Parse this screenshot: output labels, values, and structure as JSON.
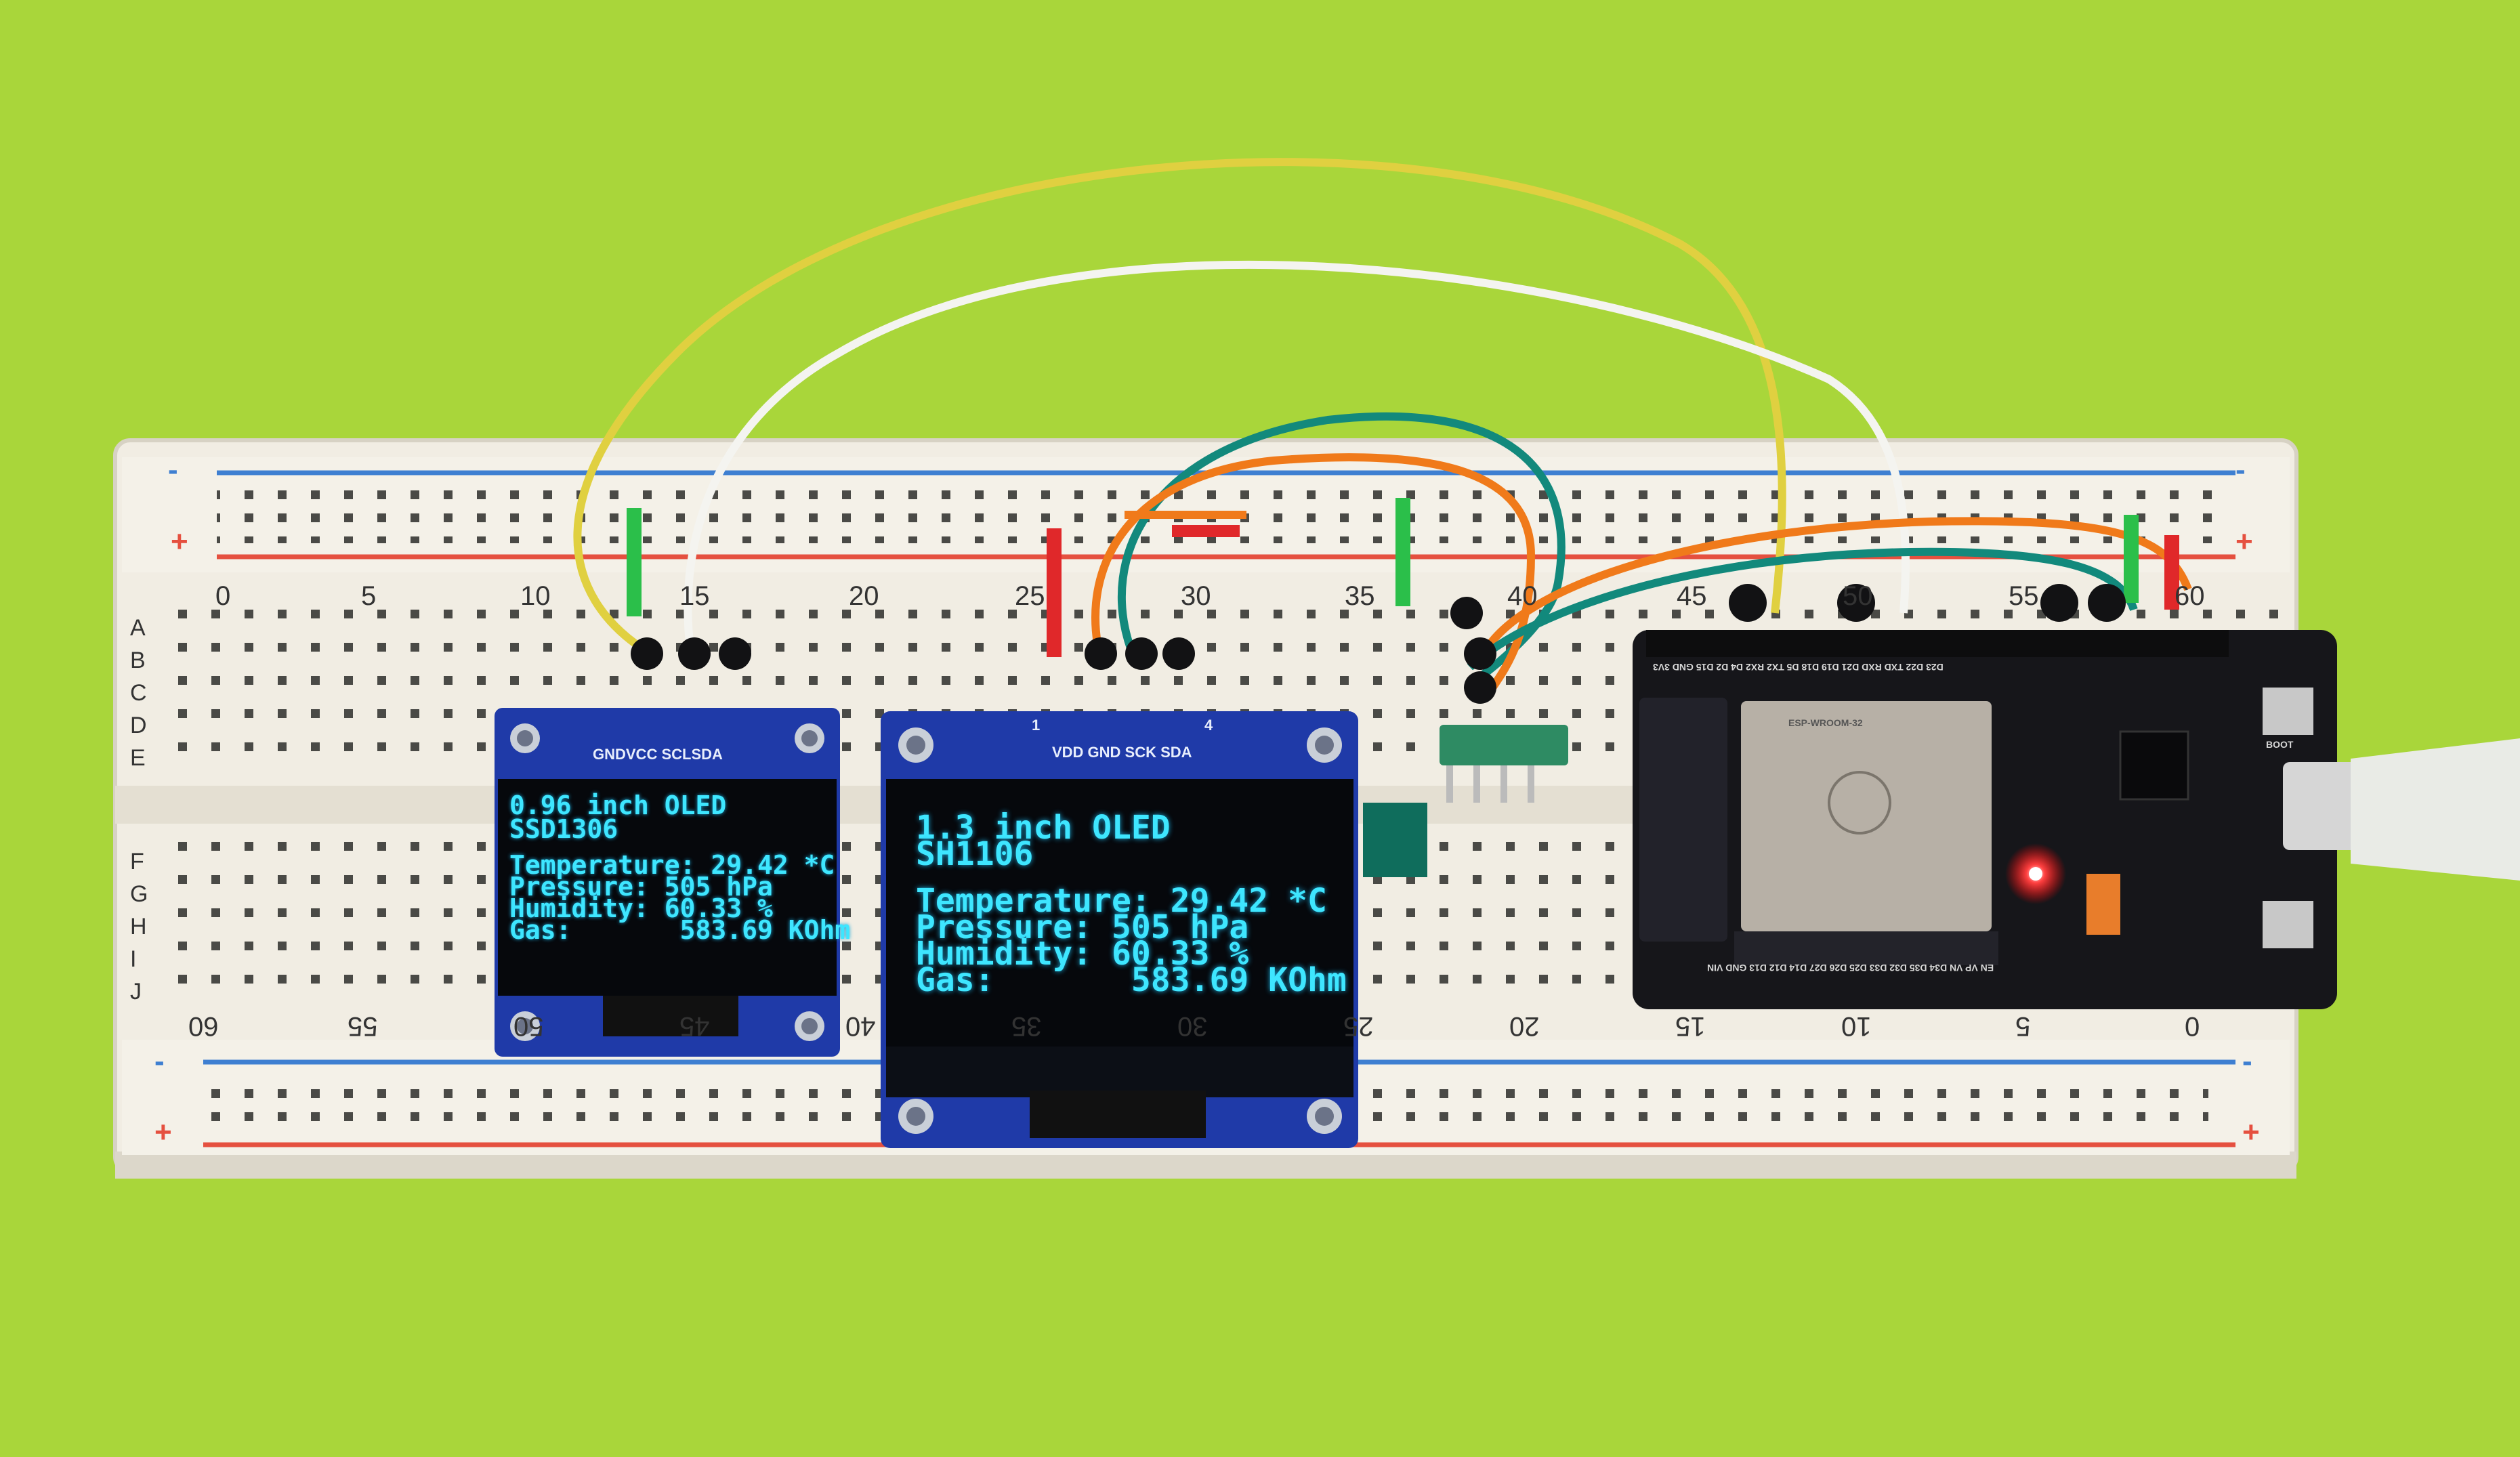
{
  "breadboard": {
    "top_numbers": [
      "0",
      "5",
      "10",
      "15",
      "20",
      "25",
      "30",
      "35",
      "40",
      "45",
      "50",
      "55",
      "60"
    ],
    "bottom_numbers": [
      "60",
      "55",
      "50",
      "45",
      "40",
      "35",
      "30",
      "25",
      "20",
      "15",
      "10",
      "5",
      "0"
    ],
    "rows_upper": [
      "A",
      "B",
      "C",
      "D",
      "E"
    ],
    "rows_lower": [
      "F",
      "G",
      "H",
      "I",
      "J"
    ],
    "rail_minus": "-",
    "rail_plus": "+"
  },
  "oled_small": {
    "pins": "GNDVCC SCLSDA",
    "lines": [
      "0.96 inch OLED",
      "SSD1306",
      "Temperature: 29.42 *C",
      "Pressure: 505 hPa",
      "Humidity: 60.33 %",
      "Gas:       583.69 KOhm"
    ]
  },
  "oled_large": {
    "pin_numbers": [
      "1",
      "4"
    ],
    "pins": "VDD GND SCK SDA",
    "lines": [
      "1.3 inch OLED",
      "SH1106",
      "Temperature: 29.42 *C",
      "Pressure: 505 hPa",
      "Humidity: 60.33 %",
      "Gas:       583.69 KOhm"
    ]
  },
  "esp32": {
    "module_label": "ESP-WROOM-32",
    "boot_label": "BOOT",
    "pin_top": "D23 D22 TXD RXD D21 D19 D18 D5 TX2 RX2 D4 D2 D15 GND 3V3",
    "pin_bottom": "EN VP VN D34 D35 D32 D33 D25 D26 D27 D14 D12 D13 GND VIN"
  },
  "colors": {
    "background": "#a9d63a",
    "breadboard": "#f1ede3",
    "oled_text": "#3ee6ff",
    "pcb_blue": "#1f3aa8",
    "wire_yellow": "#e0d040",
    "wire_white": "#f4f4f0",
    "wire_teal": "#12897c",
    "wire_orange": "#f07a1a",
    "wire_red": "#e0282a",
    "wire_green": "#2bbf4a"
  }
}
